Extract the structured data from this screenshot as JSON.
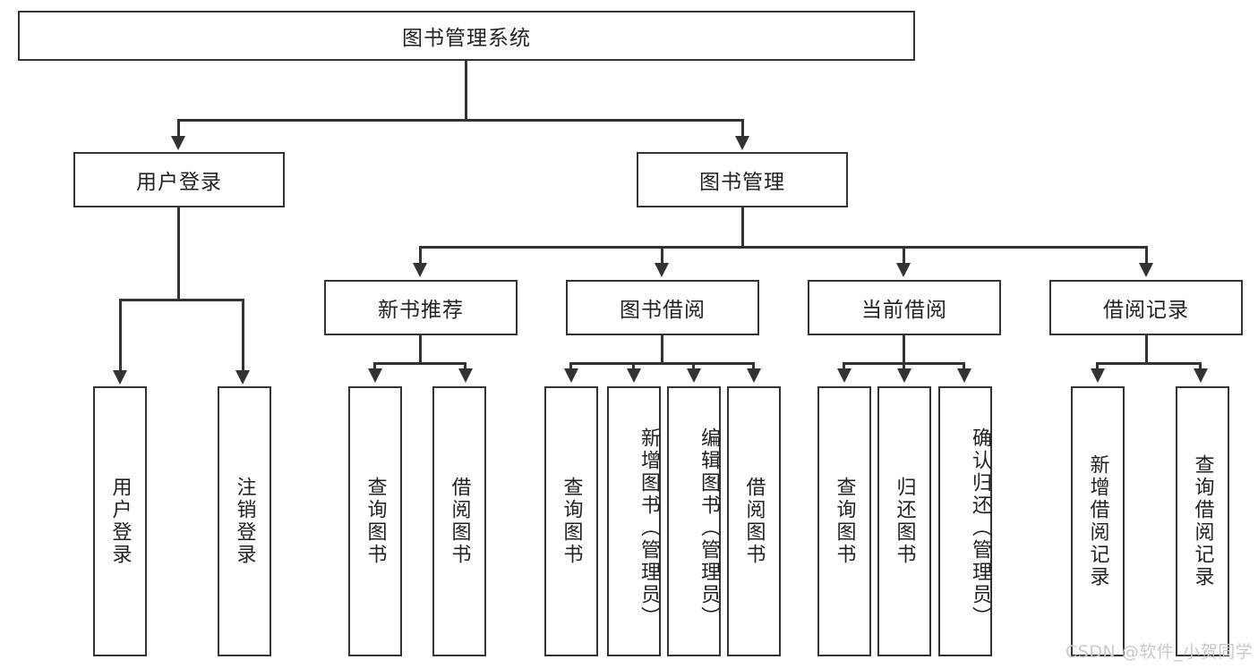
{
  "diagram": {
    "title": "图书管理系统",
    "root": {
      "label": "图书管理系统"
    },
    "level2": [
      {
        "label": "用户登录"
      },
      {
        "label": "图书管理"
      }
    ],
    "level3": [
      {
        "label": "新书推荐"
      },
      {
        "label": "图书借阅"
      },
      {
        "label": "当前借阅"
      },
      {
        "label": "借阅记录"
      }
    ],
    "leaves": {
      "user_login": [
        {
          "label": "用户登录"
        },
        {
          "label": "注销登录"
        }
      ],
      "new_book": [
        {
          "label": "查询图书"
        },
        {
          "label": "借阅图书"
        }
      ],
      "borrow_book": [
        {
          "label": "查询图书"
        },
        {
          "label": "新增图书（管理员）"
        },
        {
          "label": "编辑图书（管理员）"
        },
        {
          "label": "借阅图书"
        }
      ],
      "current_borrow": [
        {
          "label": "查询图书"
        },
        {
          "label": "归还图书"
        },
        {
          "label": "确认归还（管理员）"
        }
      ],
      "borrow_record": [
        {
          "label": "新增借阅记录"
        },
        {
          "label": "查询借阅记录"
        }
      ]
    }
  },
  "watermark": {
    "text": "CSDN @软件_小贺同学"
  },
  "colors": {
    "stroke": "#333333",
    "background": "#ffffff",
    "text": "#222222",
    "watermark": "#c9c9c9"
  }
}
